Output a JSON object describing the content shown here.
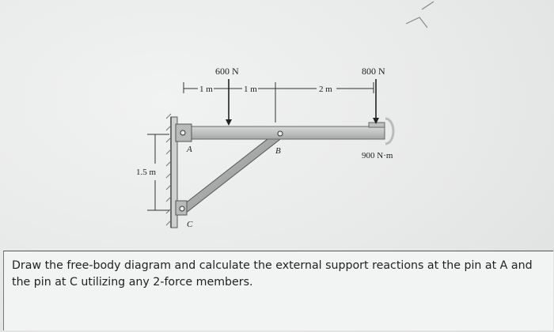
{
  "diagram": {
    "labels": {
      "force_600": "600 N",
      "force_800": "800 N",
      "moment_900": "900 N·m",
      "dim_1m_a": "1 m",
      "dim_1m_b": "1 m",
      "dim_2m": "2 m",
      "dim_1_5m": "1.5 m",
      "point_a": "A",
      "point_b": "B",
      "point_c": "C"
    }
  },
  "problem": {
    "text": "Draw the free-body diagram and calculate the external support reactions at the pin at A and the pin at C utilizing any 2-force members."
  },
  "colors": {
    "beam_fill": "#bfc1c1",
    "beam_edge": "#6a6c6c",
    "strut_fill": "#9a9c9c",
    "ink": "#222222"
  }
}
